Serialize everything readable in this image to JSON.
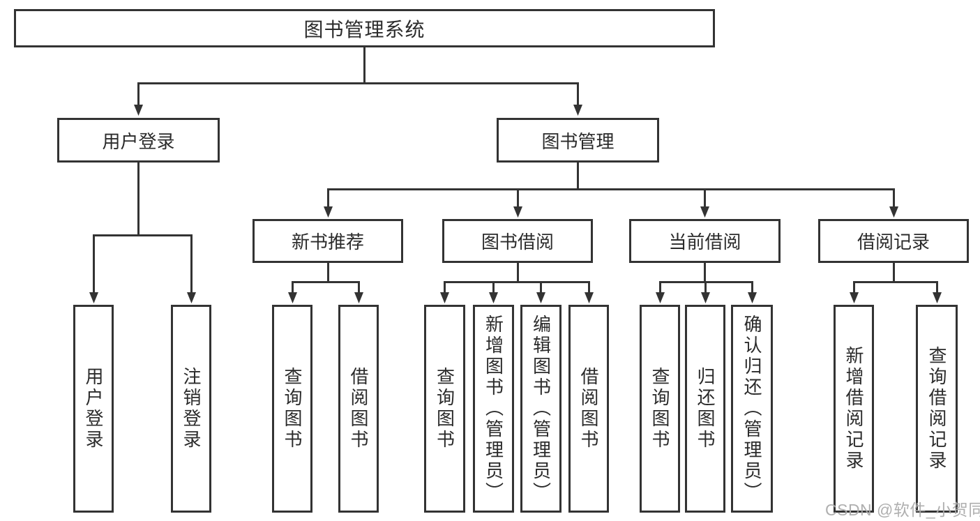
{
  "diagram": {
    "root": "图书管理系统",
    "user_branch": {
      "label": "用户登录",
      "children": [
        "用户登录",
        "注销登录"
      ]
    },
    "book_branch": {
      "label": "图书管理",
      "groups": [
        {
          "label": "新书推荐",
          "children": [
            "查询图书",
            "借阅图书"
          ]
        },
        {
          "label": "图书借阅",
          "children": [
            "查询图书",
            "新增图书（管理员）",
            "编辑图书（管理员）",
            "借阅图书"
          ]
        },
        {
          "label": "当前借阅",
          "children": [
            "查询图书",
            "归还图书",
            "确认归还（管理员）"
          ]
        },
        {
          "label": "借阅记录",
          "children": [
            "新增借阅记录",
            "查询借阅记录"
          ]
        }
      ]
    }
  },
  "watermark": "CSDN @软件_小贺同学",
  "colors": {
    "line": "#333333",
    "text": "#2b2b2b",
    "watermark": "#ababab",
    "background": "#ffffff"
  }
}
